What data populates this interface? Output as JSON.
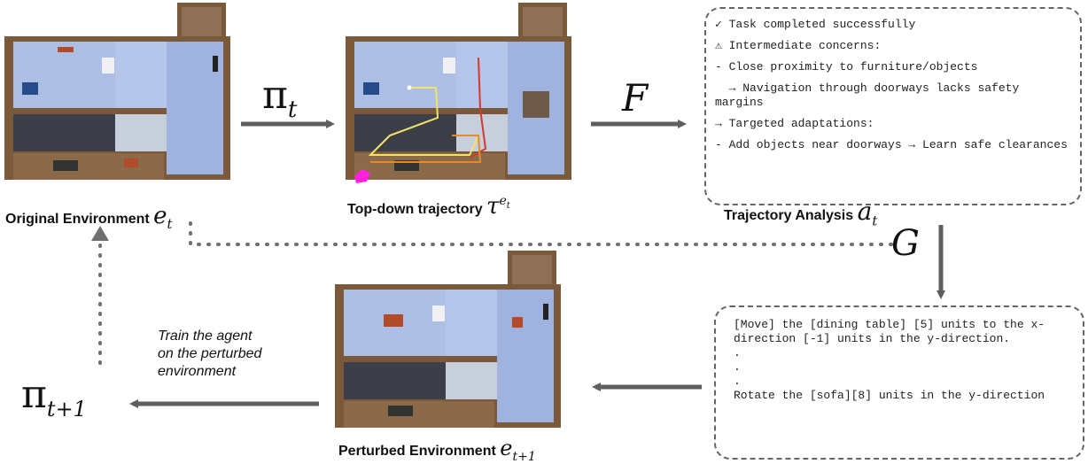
{
  "captions": {
    "original_env": "Original Environment",
    "topdown": "Top-down trajectory",
    "analysis": "Trajectory Analysis",
    "perturbed": "Perturbed Environment"
  },
  "math": {
    "e_t": "e",
    "e_t_sub": "t",
    "tau": "τ",
    "tau_sup": "e",
    "tau_sup_sub": "t",
    "a_t": "a",
    "a_t_sub": "t",
    "e_t1": "e",
    "e_t1_sub": "t+1",
    "pi_t": "π",
    "pi_t_sub": "t",
    "pi_t1": "π",
    "pi_t1_sub": "t+1",
    "F": "F",
    "G": "G"
  },
  "analysis_box": {
    "lines": [
      "✓ Task completed successfully",
      "⚠ Intermediate concerns:",
      "- Close proximity to furniture/objects",
      "  → Navigation through doorways lacks safety margins",
      "→ Targeted adaptations:",
      "- Add objects near doorways → Learn safe clearances"
    ]
  },
  "edit_box": {
    "lines": [
      "[Move] the [dining table] [5] units to the x-direction [-1] units in the y-direction.",
      ".",
      ".",
      ".",
      "Rotate the [sofa][8] units in the y-direction"
    ]
  },
  "train_label": {
    "line1": "Train the agent",
    "line2": "on the perturbed",
    "line3": "environment"
  },
  "colors": {
    "arrow": "#5f5f5f",
    "dotted": "#707070",
    "wall": "#7a5a3a",
    "floor_blue": "#aebfe6",
    "floor_dark": "#3c3f47",
    "floor_wood": "#8b6a4a",
    "traj_yellow": "#f1e36a",
    "traj_orange": "#e58a2a",
    "traj_red": "#d23a2a",
    "agent_magenta": "#ff22dd"
  }
}
